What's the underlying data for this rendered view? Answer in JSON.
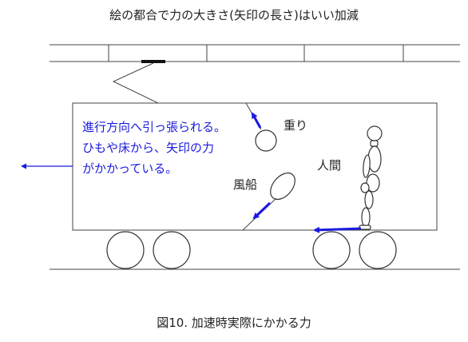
{
  "title": "絵の都合で力の大きさ(矢印の長さ)はいい加減",
  "caption": "図10. 加速時実際にかかる力",
  "text_block": [
    "進行方向へ引っ張られる。",
    "ひもや床から、矢印の力",
    "がかかっている。"
  ],
  "labels": {
    "weight": "重り",
    "balloon": "風船",
    "person": "人間"
  },
  "colors": {
    "arrow": "#1a1ae0",
    "line": "#444444"
  }
}
